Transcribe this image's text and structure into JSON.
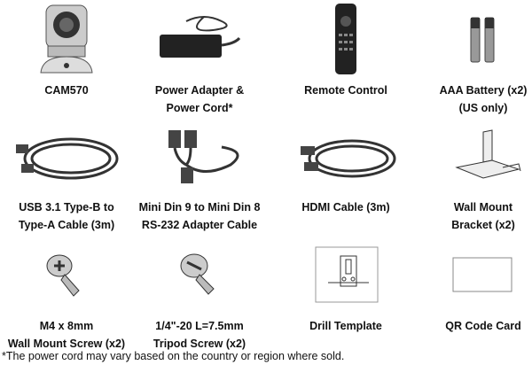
{
  "items": [
    {
      "line1": "CAM570",
      "line2": "",
      "icon": "camera"
    },
    {
      "line1": "Power Adapter &",
      "line2": "Power Cord*",
      "icon": "power-adapter"
    },
    {
      "line1": "Remote Control",
      "line2": "",
      "icon": "remote-control"
    },
    {
      "line1": "AAA Battery (x2)",
      "line2": "(US only)",
      "icon": "battery"
    },
    {
      "line1": "USB 3.1 Type-B to",
      "line2": "Type-A Cable (3m)",
      "icon": "usb-cable"
    },
    {
      "line1": "Mini Din 9 to Mini Din 8",
      "line2": "RS-232 Adapter Cable",
      "icon": "rs232-cable"
    },
    {
      "line1": "HDMI Cable (3m)",
      "line2": "",
      "icon": "hdmi-cable"
    },
    {
      "line1": "Wall Mount",
      "line2": "Bracket (x2)",
      "icon": "bracket"
    },
    {
      "line1": "M4 x 8mm",
      "line2": "Wall Mount Screw (x2)",
      "icon": "screw"
    },
    {
      "line1": "1/4\"-20 L=7.5mm",
      "line2": "Tripod Screw (x2)",
      "icon": "tripod-screw"
    },
    {
      "line1": "Drill Template",
      "line2": "",
      "icon": "drill-template"
    },
    {
      "line1": "QR Code Card",
      "line2": "",
      "icon": "qr-card"
    }
  ],
  "footnote": "*The power cord may vary based on the country or region where sold."
}
